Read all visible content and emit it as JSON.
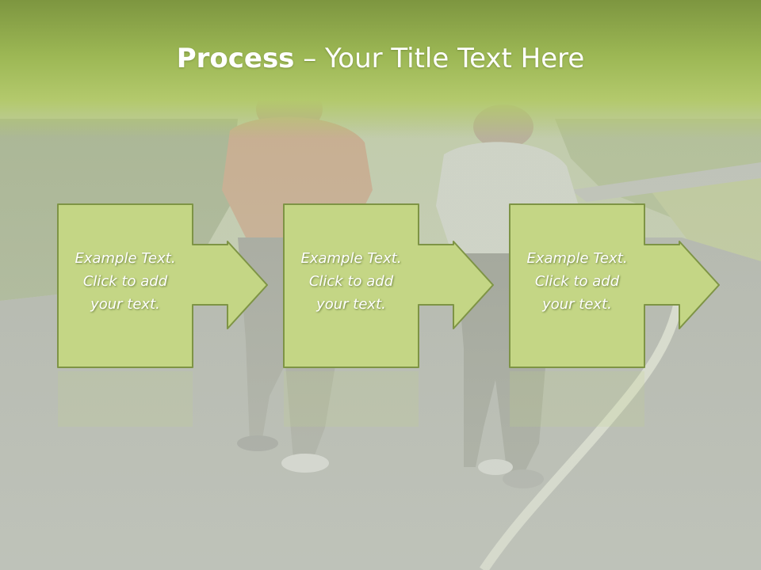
{
  "slide": {
    "title_bold": "Process",
    "title_rest": " – Your Title Text Here"
  },
  "process_steps": [
    {
      "lines": [
        "Example Text.",
        "Click  to add",
        "your text."
      ]
    },
    {
      "lines": [
        "Example Text.",
        "Click  to add",
        "your text."
      ]
    },
    {
      "lines": [
        "Example Text.",
        "Click  to add",
        "your text."
      ]
    }
  ],
  "colors": {
    "header_top": "#7d9640",
    "header_mid": "#b3c96c",
    "box_fill": "#c4d685",
    "box_border": "#7e9445",
    "road": "#a9ada3",
    "grass": "#a8b491",
    "road_line": "#e8ecd8"
  }
}
